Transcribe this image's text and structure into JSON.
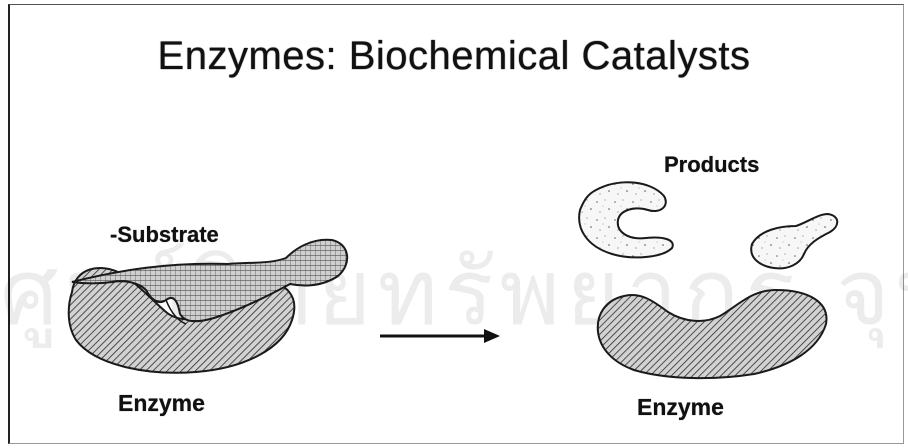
{
  "title": "Enzymes:  Biochemical Catalysts",
  "watermark": "ศูนย์วิทยทรัพยากร จุฬาลงกรณ์มหาวิทยาลัย",
  "labels": {
    "products": "Products",
    "substrate": "-Substrate",
    "enzyme_left": "Enzyme",
    "enzyme_right": "Enzyme"
  }
}
